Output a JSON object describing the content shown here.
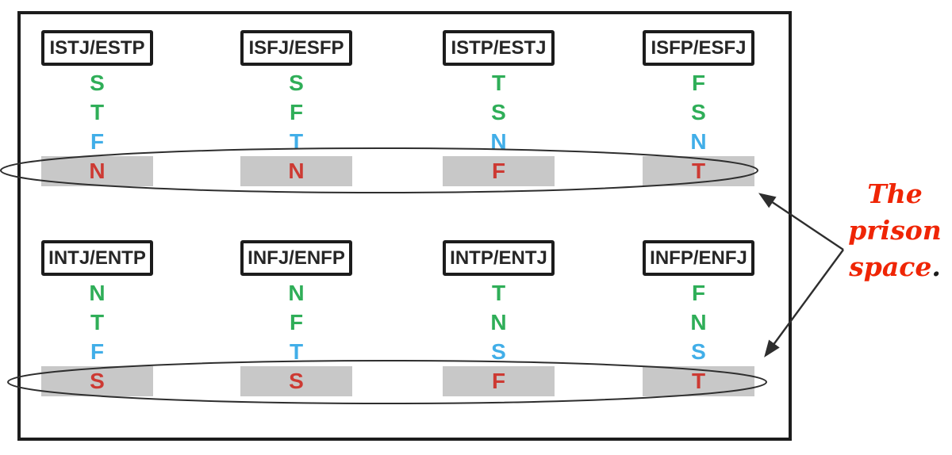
{
  "colors": {
    "green": "#2fae58",
    "blue": "#41aee8",
    "letter_red": "#cd3a33",
    "annotation_red": "#ef2505",
    "box_gray": "#c8c8c8",
    "line": "#2e2e2e"
  },
  "rows": [
    {
      "groups": [
        {
          "header": "ISTJ/ESTP",
          "stack": [
            {
              "letter": "S",
              "color": "green"
            },
            {
              "letter": "T",
              "color": "green"
            },
            {
              "letter": "F",
              "color": "blue"
            },
            {
              "letter": "N",
              "color": "letter_red"
            }
          ]
        },
        {
          "header": "ISFJ/ESFP",
          "stack": [
            {
              "letter": "S",
              "color": "green"
            },
            {
              "letter": "F",
              "color": "green"
            },
            {
              "letter": "T",
              "color": "blue"
            },
            {
              "letter": "N",
              "color": "letter_red"
            }
          ]
        },
        {
          "header": "ISTP/ESTJ",
          "stack": [
            {
              "letter": "T",
              "color": "green"
            },
            {
              "letter": "S",
              "color": "green"
            },
            {
              "letter": "N",
              "color": "blue"
            },
            {
              "letter": "F",
              "color": "letter_red"
            }
          ]
        },
        {
          "header": "ISFP/ESFJ",
          "stack": [
            {
              "letter": "F",
              "color": "green"
            },
            {
              "letter": "S",
              "color": "green"
            },
            {
              "letter": "N",
              "color": "blue"
            },
            {
              "letter": "T",
              "color": "letter_red"
            }
          ]
        }
      ]
    },
    {
      "groups": [
        {
          "header": "INTJ/ENTP",
          "stack": [
            {
              "letter": "N",
              "color": "green"
            },
            {
              "letter": "T",
              "color": "green"
            },
            {
              "letter": "F",
              "color": "blue"
            },
            {
              "letter": "S",
              "color": "letter_red"
            }
          ]
        },
        {
          "header": "INFJ/ENFP",
          "stack": [
            {
              "letter": "N",
              "color": "green"
            },
            {
              "letter": "F",
              "color": "green"
            },
            {
              "letter": "T",
              "color": "blue"
            },
            {
              "letter": "S",
              "color": "letter_red"
            }
          ]
        },
        {
          "header": "INTP/ENTJ",
          "stack": [
            {
              "letter": "T",
              "color": "green"
            },
            {
              "letter": "N",
              "color": "green"
            },
            {
              "letter": "S",
              "color": "blue"
            },
            {
              "letter": "F",
              "color": "letter_red"
            }
          ]
        },
        {
          "header": "INFP/ENFJ",
          "stack": [
            {
              "letter": "F",
              "color": "green"
            },
            {
              "letter": "N",
              "color": "green"
            },
            {
              "letter": "S",
              "color": "blue"
            },
            {
              "letter": "T",
              "color": "letter_red"
            }
          ]
        }
      ]
    }
  ],
  "annotation": {
    "line1": "The",
    "line2": "prison",
    "line3": "space",
    "period": "."
  }
}
